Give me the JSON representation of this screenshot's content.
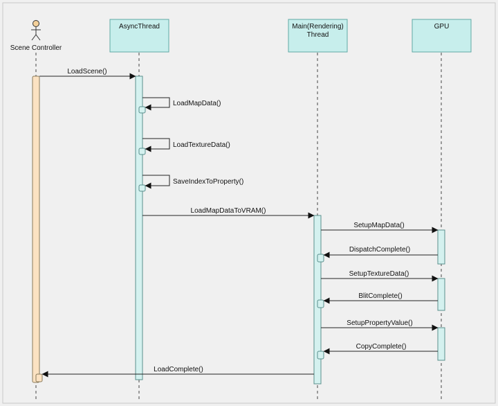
{
  "diagram": {
    "participants": [
      {
        "id": "scene",
        "label": "Scene Controller",
        "kind": "actor"
      },
      {
        "id": "async",
        "label": "AsyncThread",
        "kind": "box"
      },
      {
        "id": "main",
        "label_lines": [
          "Main(Rendering)",
          "Thread"
        ],
        "kind": "box"
      },
      {
        "id": "gpu",
        "label": "GPU",
        "kind": "box"
      }
    ],
    "messages": [
      {
        "text": "LoadScene()",
        "from": "scene",
        "to": "async"
      },
      {
        "text": "LoadMapData()",
        "from": "async",
        "to": "async"
      },
      {
        "text": "LoadTextureData()",
        "from": "async",
        "to": "async"
      },
      {
        "text": "SaveIndexToProperty()",
        "from": "async",
        "to": "async"
      },
      {
        "text": "LoadMapDataToVRAM()",
        "from": "async",
        "to": "main"
      },
      {
        "text": "SetupMapData()",
        "from": "main",
        "to": "gpu"
      },
      {
        "text": "DispatchComplete()",
        "from": "gpu",
        "to": "main"
      },
      {
        "text": "SetupTextureData()",
        "from": "main",
        "to": "gpu"
      },
      {
        "text": "BlitComplete()",
        "from": "gpu",
        "to": "main"
      },
      {
        "text": "SetupPropertyValue()",
        "from": "main",
        "to": "gpu"
      },
      {
        "text": "CopyComplete()",
        "from": "gpu",
        "to": "main"
      },
      {
        "text": "LoadComplete()",
        "from": "main",
        "to": "scene"
      }
    ],
    "colors": {
      "background": "#f0f0f0",
      "header_fill": "#c7eeec",
      "header_stroke": "#5fa9a5",
      "activation_fill": "#d4f1ef",
      "activation_stroke": "#5a8f8c",
      "actor_activation_fill": "#fbe2c2",
      "line": "#333333",
      "actor_head": "#f3d09a"
    }
  }
}
